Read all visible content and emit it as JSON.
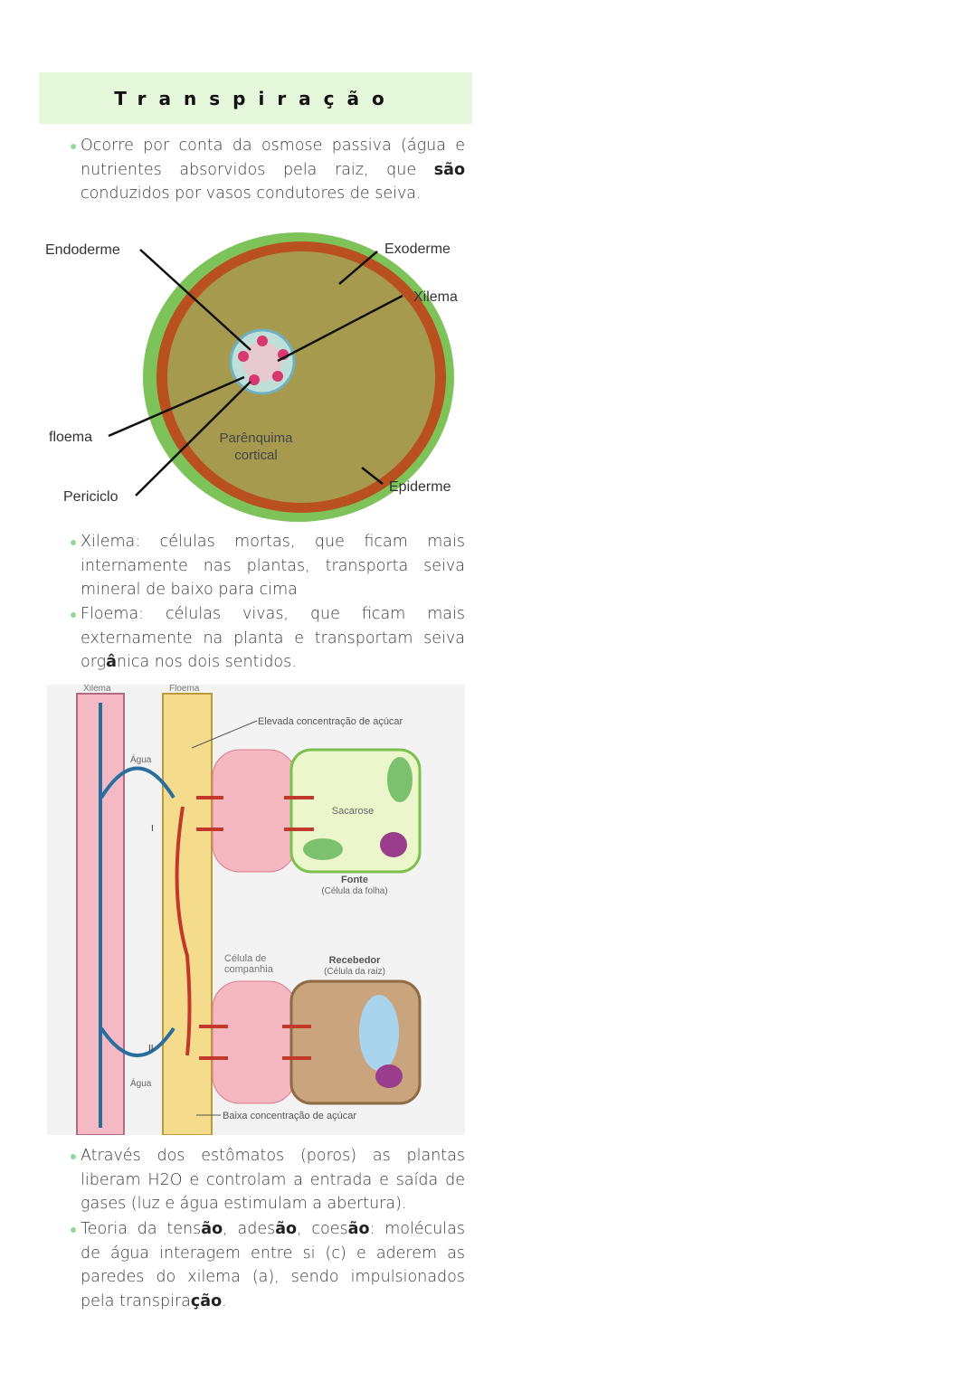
{
  "title": "Transpiração",
  "paragraphs": [
    {
      "parts": [
        "Ocorre por conta da osmose passiva (água e nutrientes absorvidos pela raiz, que ",
        "são",
        " conduzidos por vasos condutores de seiva."
      ]
    },
    {
      "parts": [
        "Xilema: células mortas, que ficam mais internamente nas plantas, transporta seiva mineral de baixo para cima",
        "",
        ""
      ]
    },
    {
      "parts": [
        "Floema: células vivas, que ficam mais externamente na planta e transportam seiva org",
        "â",
        "nica nos dois sentidos."
      ]
    },
    {
      "parts": [
        "Através dos estômatos (poros) as plantas liberam H2O e controlam a entrada e saída de gases (luz e água estimulam a abertura).",
        "",
        ""
      ]
    },
    {
      "parts": [
        "Teoria da tens",
        "ão",
        ", ades",
        "ão",
        ", coes",
        "ão",
        ": moléculas de água interagem entre si (c) e aderem as paredes do xilema (a), sendo impulsionados pela transpira",
        "ção",
        "."
      ]
    }
  ],
  "root_diagram": {
    "labels": {
      "endoderme": "Endoderme",
      "exoderme": "Exoderme",
      "xilema": "Xilema",
      "floema": "floema",
      "parenquima": "Parênquima",
      "cortical": "cortical",
      "periciclo": "Periciclo",
      "epiderme": "Epiderme"
    }
  },
  "transport_diagram": {
    "labels": {
      "xilema": "Xilema",
      "floema": "Floema",
      "elevada": "Elevada concentração de açúcar",
      "agua1": "Água",
      "agua2": "Água",
      "sacarose": "Sacarose",
      "fonte": "Fonte",
      "fonte_sub": "(Célula da folha)",
      "companhia1": "Célula de",
      "companhia2": "companhia",
      "recebedor": "Recebedor",
      "recebedor_sub": "(Célula da raiz)",
      "baixa": "Baixa concentração de açúcar",
      "i": "I",
      "ii": "II"
    }
  }
}
